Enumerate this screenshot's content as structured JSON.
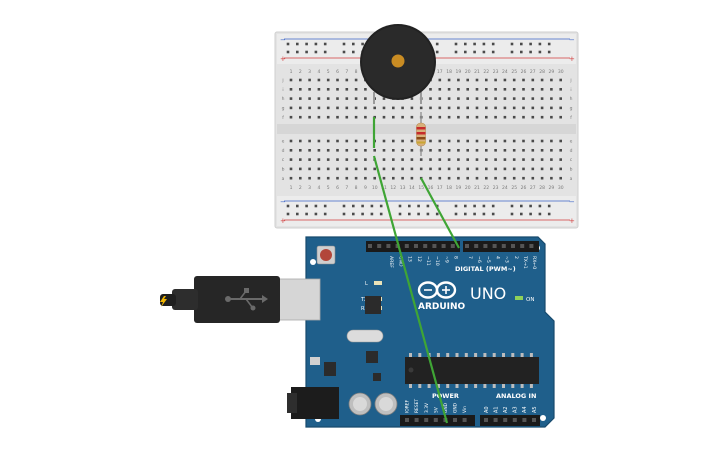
{
  "breadboard": {
    "columns": [
      "1",
      "2",
      "3",
      "4",
      "5",
      "6",
      "7",
      "8",
      "9",
      "10",
      "11",
      "12",
      "13",
      "14",
      "15",
      "16",
      "17",
      "18",
      "19",
      "20",
      "21",
      "22",
      "23",
      "24",
      "25",
      "26",
      "27",
      "28",
      "29",
      "30"
    ],
    "row_letters_top": [
      "j",
      "i",
      "h",
      "g",
      "f"
    ],
    "row_letters_bottom": [
      "e",
      "d",
      "c",
      "b",
      "a"
    ],
    "rail_plus": "+",
    "rail_minus": "−"
  },
  "arduino": {
    "brand": "ARDUINO",
    "model": "UNO",
    "digital_header": "DIGITAL (PWM~)",
    "digital_pins": [
      "AREF",
      "GND",
      "13",
      "12",
      "~11",
      "~10",
      "~9",
      "8",
      "7",
      "~6",
      "~5",
      "4",
      "~3",
      "2",
      "TX→1",
      "RX←0"
    ],
    "power_header": "POWER",
    "power_pins": [
      "IOREF",
      "RESET",
      "3.3V",
      "5V",
      "GND",
      "GND",
      "Vin"
    ],
    "analog_header": "ANALOG IN",
    "analog_pins": [
      "A0",
      "A1",
      "A2",
      "A3",
      "A4",
      "A5"
    ],
    "led_l": "L",
    "led_tx": "TX",
    "led_rx": "RX",
    "on_label": "ON"
  },
  "colors": {
    "board_blue": "#1f5f8b",
    "wire_green": "#3fa535",
    "breadboard": "#e8e8e8",
    "rail_red": "#d23c3c",
    "rail_blue": "#3c64c8"
  }
}
